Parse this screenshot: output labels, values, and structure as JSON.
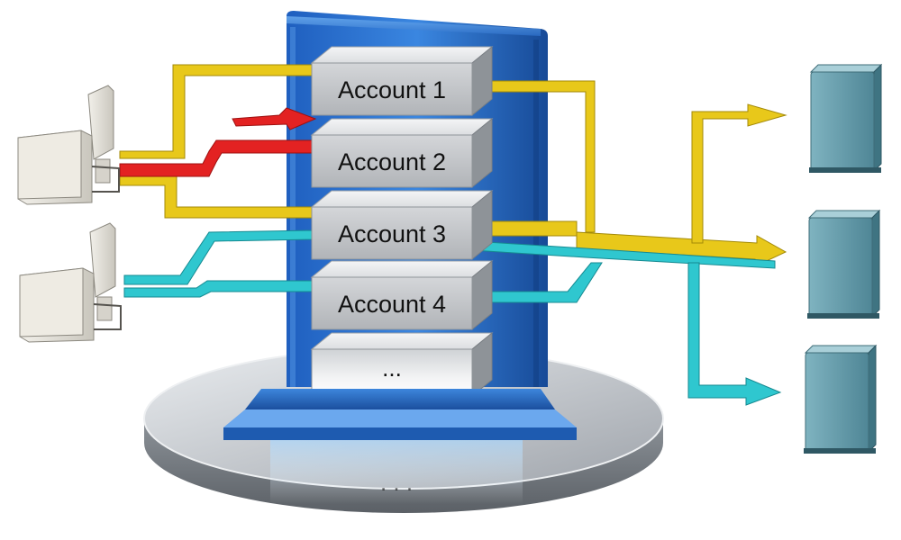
{
  "accounts": [
    {
      "label": "Account 1"
    },
    {
      "label": "Account 2"
    },
    {
      "label": "Account 3"
    },
    {
      "label": "Account 4"
    },
    {
      "label": "..."
    }
  ],
  "clients": [
    {
      "icon": "client-computer-icon"
    },
    {
      "icon": "client-computer-icon"
    }
  ],
  "destinations": [
    {
      "icon": "server-tower-icon"
    },
    {
      "icon": "server-tower-icon"
    },
    {
      "icon": "server-tower-icon"
    }
  ],
  "flows": [
    {
      "color": "#e8c81a",
      "name": "yellow"
    },
    {
      "color": "#e32222",
      "name": "red"
    },
    {
      "color": "#2fc7cf",
      "name": "cyan"
    }
  ],
  "colors": {
    "server_blue": "#2a6fc9",
    "platform_gray": "#c9cdd3",
    "destination_teal": "#5f98a6"
  }
}
